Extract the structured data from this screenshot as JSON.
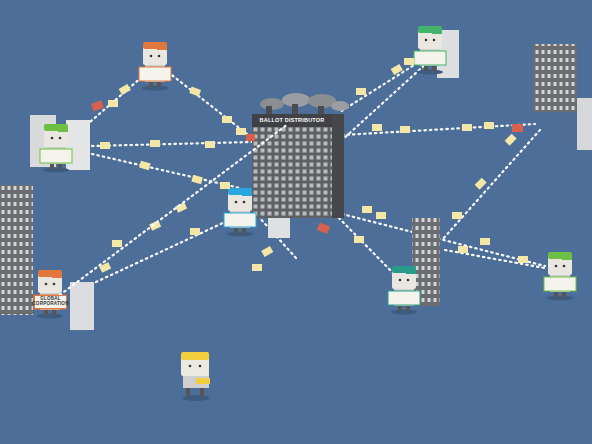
{
  "diagram": {
    "nodes": [
      {
        "text": [
          "BALLOT DISTRIBUTOR"
        ]
      },
      {
        "text": [
          "GLOBAL CORPORATION"
        ]
      }
    ],
    "edges": [
      {
        "from": 1,
        "to": 0,
        "arrow": "none"
      }
    ]
  }
}
